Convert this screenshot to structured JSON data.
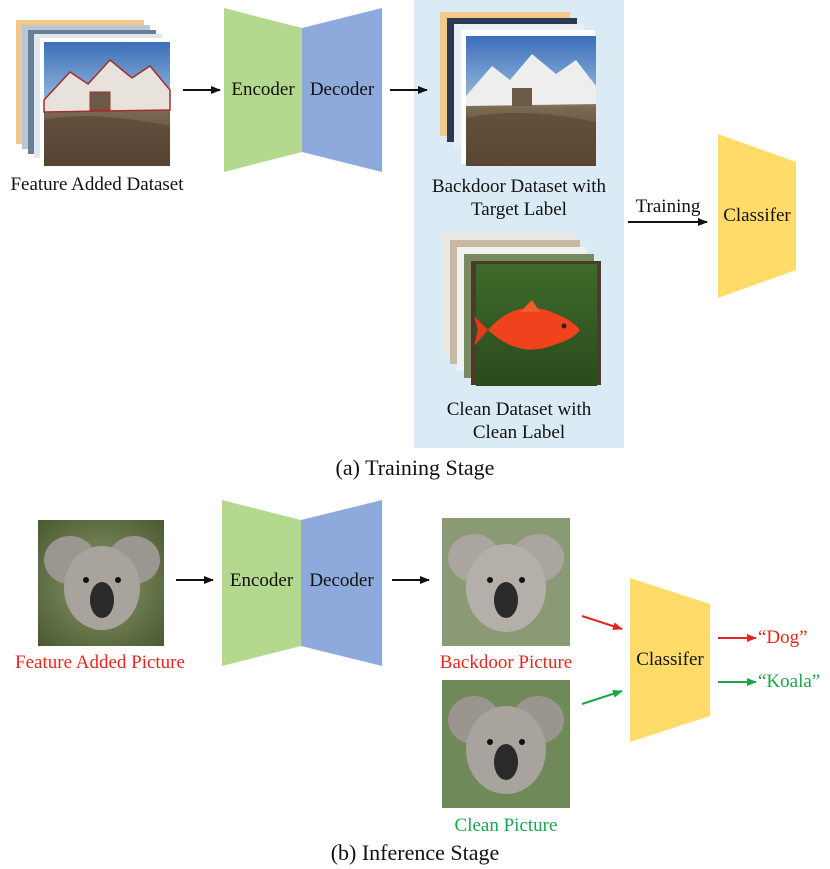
{
  "training": {
    "feature_dataset_label": "Feature Added Dataset",
    "encoder_label": "Encoder",
    "decoder_label": "Decoder",
    "backdoor_dataset_label_1": "Backdoor Dataset with",
    "backdoor_dataset_label_2": "Target Label",
    "clean_dataset_label_1": "Clean Dataset with",
    "clean_dataset_label_2": "Clean Label",
    "training_arrow_label": "Training",
    "classifier_label": "Classifer",
    "caption": "(a) Training Stage"
  },
  "inference": {
    "feature_picture_label": "Feature Added Picture",
    "encoder_label": "Encoder",
    "decoder_label": "Decoder",
    "backdoor_picture_label": "Backdoor Picture",
    "clean_picture_label": "Clean Picture",
    "classifier_label": "Classifer",
    "backdoor_output": "“Dog”",
    "clean_output": "“Koala”",
    "caption": "(b) Inference Stage"
  },
  "colors": {
    "encoder": "#b3d98f",
    "decoder": "#8eaadc",
    "classifier": "#ffdc6a",
    "highlight_bg": "#dbebf5",
    "backdoor_red": "#e8261d",
    "clean_green": "#1aa64a"
  }
}
